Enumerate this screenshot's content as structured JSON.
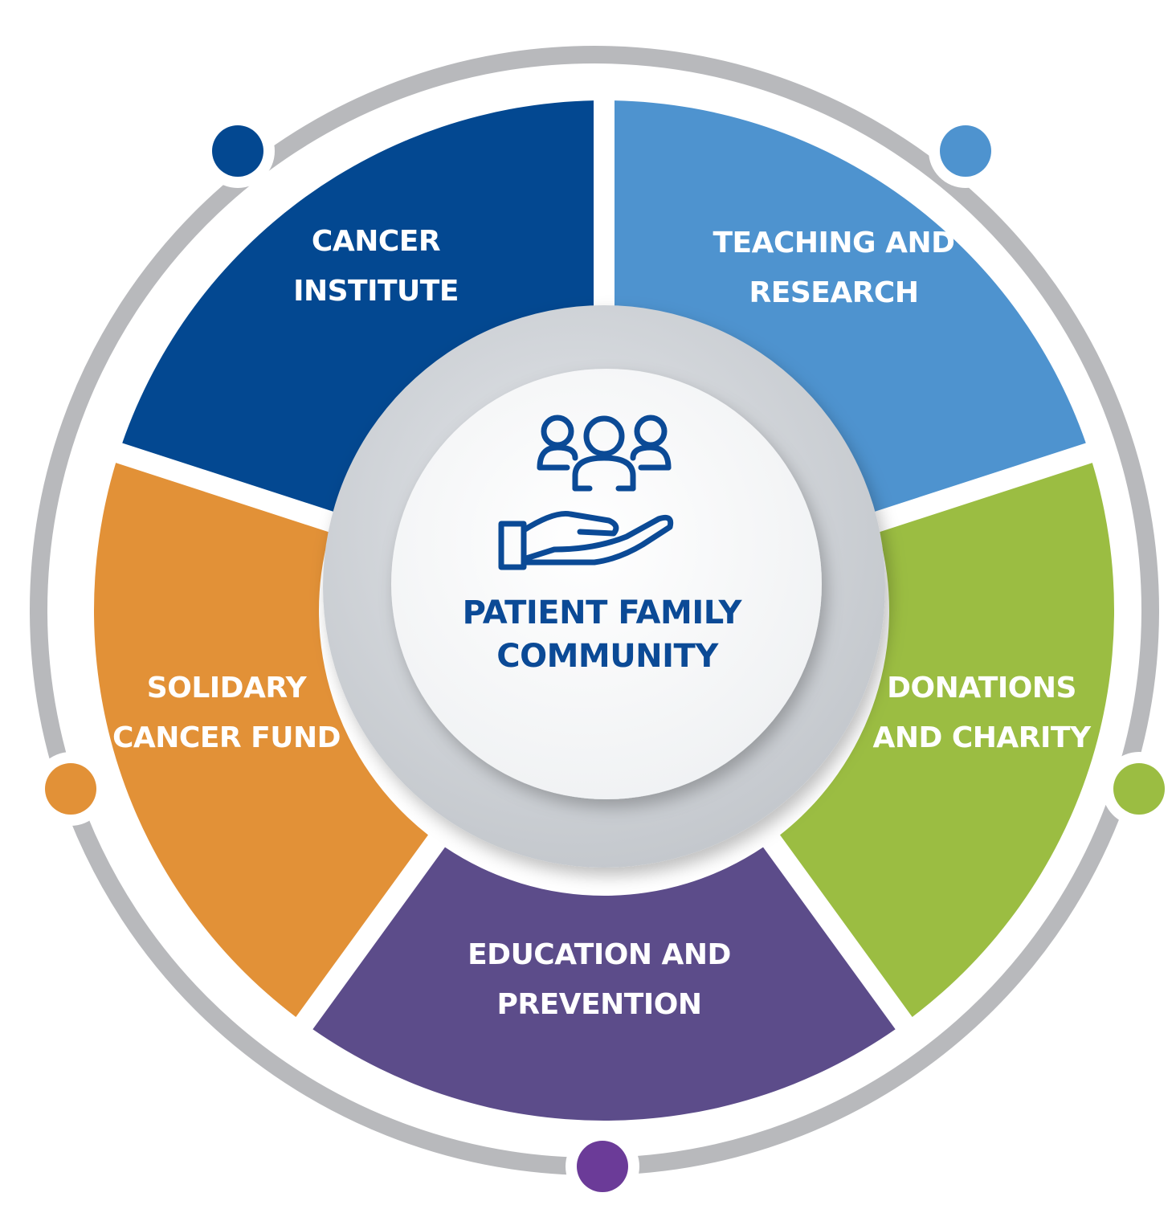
{
  "center": {
    "lines": [
      "PATIENT FAMILY",
      "COMMUNITY"
    ],
    "icon": "people-in-hand-icon",
    "color": "#0b4a96"
  },
  "ring_color": "#b8b9bc",
  "segments": [
    {
      "id": "cancer-institute",
      "lines": [
        "CANCER",
        "INSTITUTE"
      ],
      "color": "#034891"
    },
    {
      "id": "teaching-and-research",
      "lines": [
        "TEACHING AND",
        "RESEARCH"
      ],
      "color": "#4e93cf"
    },
    {
      "id": "donations-and-charity",
      "lines": [
        "DONATIONS",
        "AND CHARITY"
      ],
      "color": "#9bbd42"
    },
    {
      "id": "education-and-prevention",
      "lines": [
        "EDUCATION AND",
        "PREVENTION"
      ],
      "color": "#5c4c8a"
    },
    {
      "id": "solidary-cancer-fund",
      "lines": [
        "SOLIDARY",
        "CANCER FUND"
      ],
      "color": "#e29137"
    }
  ],
  "connector_dots": [
    {
      "id": "top-left",
      "color": "#034891"
    },
    {
      "id": "top-right",
      "color": "#4e93cf"
    },
    {
      "id": "right",
      "color": "#9bbd42"
    },
    {
      "id": "bottom",
      "color": "#6b3b98"
    },
    {
      "id": "left",
      "color": "#e29137"
    }
  ]
}
